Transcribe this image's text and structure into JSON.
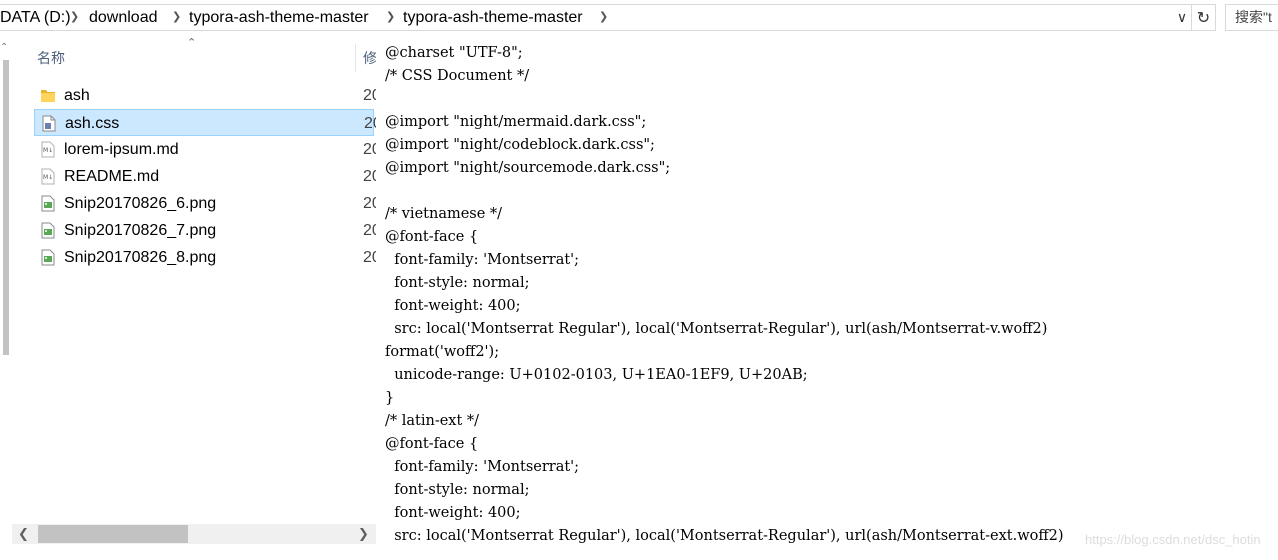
{
  "address": {
    "breadcrumbs": [
      "DATA (D:)",
      "download",
      "typora-ash-theme-master",
      "typora-ash-theme-master"
    ],
    "search_placeholder": "搜索\"t"
  },
  "file_list": {
    "columns": {
      "name": "名称",
      "date": "修"
    },
    "items": [
      {
        "name": "ash",
        "date": "20",
        "icon": "folder-icon",
        "selected": false
      },
      {
        "name": "ash.css",
        "date": "20",
        "icon": "css-file-icon",
        "selected": true
      },
      {
        "name": "lorem-ipsum.md",
        "date": "20",
        "icon": "md-file-icon",
        "selected": false
      },
      {
        "name": "README.md",
        "date": "20",
        "icon": "md-file-icon",
        "selected": false
      },
      {
        "name": "Snip20170826_6.png",
        "date": "20",
        "icon": "png-file-icon",
        "selected": false
      },
      {
        "name": "Snip20170826_7.png",
        "date": "20",
        "icon": "png-file-icon",
        "selected": false
      },
      {
        "name": "Snip20170826_8.png",
        "date": "20",
        "icon": "png-file-icon",
        "selected": false
      }
    ]
  },
  "preview": {
    "code": "@charset \"UTF-8\";\n/* CSS Document */\n\n@import \"night/mermaid.dark.css\";\n@import \"night/codeblock.dark.css\";\n@import \"night/sourcemode.dark.css\";\n\n/* vietnamese */\n@font-face {\n  font-family: 'Montserrat';\n  font-style: normal;\n  font-weight: 400;\n  src: local('Montserrat Regular'), local('Montserrat-Regular'), url(ash/Montserrat-v.woff2)\nformat('woff2');\n  unicode-range: U+0102-0103, U+1EA0-1EF9, U+20AB;\n}\n/* latin-ext */\n@font-face {\n  font-family: 'Montserrat';\n  font-style: normal;\n  font-weight: 400;\n  src: local('Montserrat Regular'), local('Montserrat-Regular'), url(ash/Montserrat-ext.woff2)"
  },
  "watermark": "https://blog.csdn.net/dsc_hotin",
  "colors": {
    "selection_bg": "#cce8ff",
    "selection_border": "#99d1ff",
    "header_text": "#4c607a"
  }
}
